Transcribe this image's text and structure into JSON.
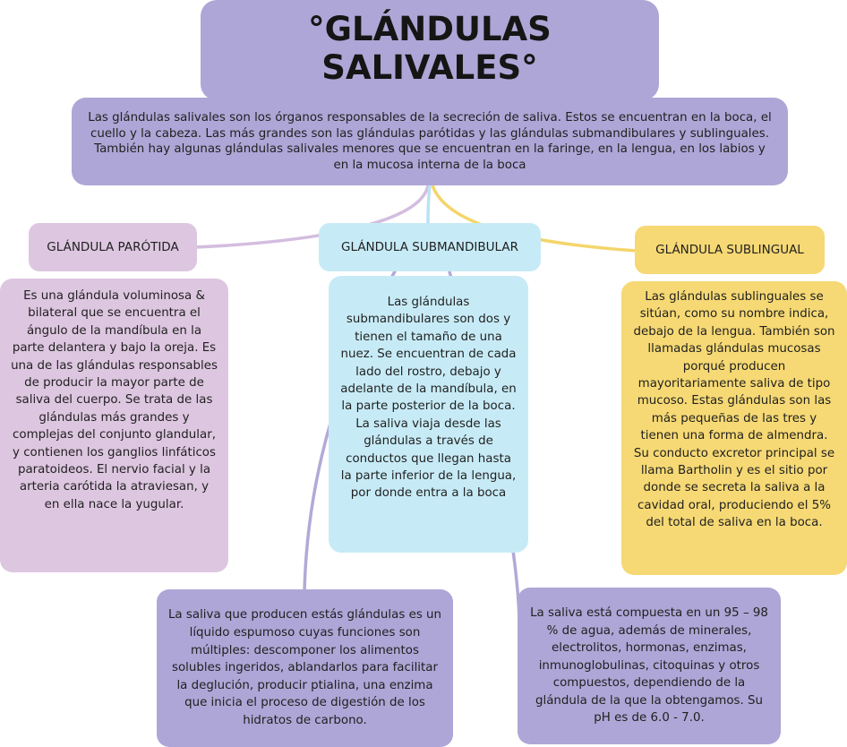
{
  "title": "°GLÁNDULAS SALIVALES°",
  "intro": "Las glándulas salivales son los órganos responsables de la secreción de saliva. Estos se encuentran en la boca, el cuello y la cabeza. Las más grandes son las glándulas parótidas y las glándulas submandibulares y sublinguales. También hay algunas glándulas salivales menores que se encuentran en la faringe, en la lengua, en los labios y en la mucosa interna de la boca",
  "branches": {
    "parotida": {
      "heading": "GLÁNDULA PARÓTIDA",
      "text": "Es una glándula voluminosa & bilateral que se encuentra el ángulo de la mandíbula en la parte delantera y bajo la oreja. Es una de las glándulas responsables de producir la mayor parte de saliva del cuerpo. Se trata de las glándulas más grandes y complejas del conjunto glandular, y contienen los ganglios linfáticos paratoideos. El nervio facial y la arteria carótida la atraviesan, y en ella nace la yugular."
    },
    "submandibular": {
      "heading": "GLÁNDULA SUBMANDIBULAR",
      "text": "Las glándulas submandibulares son dos y tienen el tamaño de una nuez. Se encuentran de cada lado del rostro, debajo y adelante de la mandíbula, en la parte posterior de la boca. La saliva viaja desde las glándulas a través de conductos que llegan hasta la parte inferior de la lengua, por donde entra a la boca"
    },
    "sublingual": {
      "heading": "GLÁNDULA SUBLINGUAL",
      "text": "Las glándulas sublinguales se sitúan, como su nombre indica, debajo de la lengua. También son llamadas glándulas mucosas porqué producen mayoritariamente saliva de tipo mucoso. Estas glándulas son las más pequeñas de las tres y tienen una forma de almendra. Su conducto excretor principal se llama Bartholin y es el sitio por donde se secreta la saliva a la cavidad oral, produciendo el 5% del total de saliva en la boca."
    }
  },
  "saliva_functions": "La saliva que producen estás glándulas es un líquido espumoso cuyas funciones son múltiples: descomponer los alimentos solubles ingeridos, ablandarlos para facilitar la deglución, producir ptialina, una enzima que inicia el proceso de digestión de los hidratos de carbono.",
  "saliva_composition": "La saliva está compuesta en un 95 – 98 % de agua, además de minerales, electrolitos, hormonas, enzimas, inmunoglobulinas, citoquinas y otros compuestos, dependiendo de la glándula de la que la obtengamos. Su pH es de 6.0 - 7.0.",
  "colors": {
    "purple": "#aea6d6",
    "lilac": "#ddc6e0",
    "cyan": "#c7ebf6",
    "yellow": "#f6d974",
    "connector_lilac": "#d4bde0",
    "connector_cyan": "#b9e3f3",
    "connector_yellow": "#f4d56a",
    "connector_purple": "#b2a9d8"
  }
}
